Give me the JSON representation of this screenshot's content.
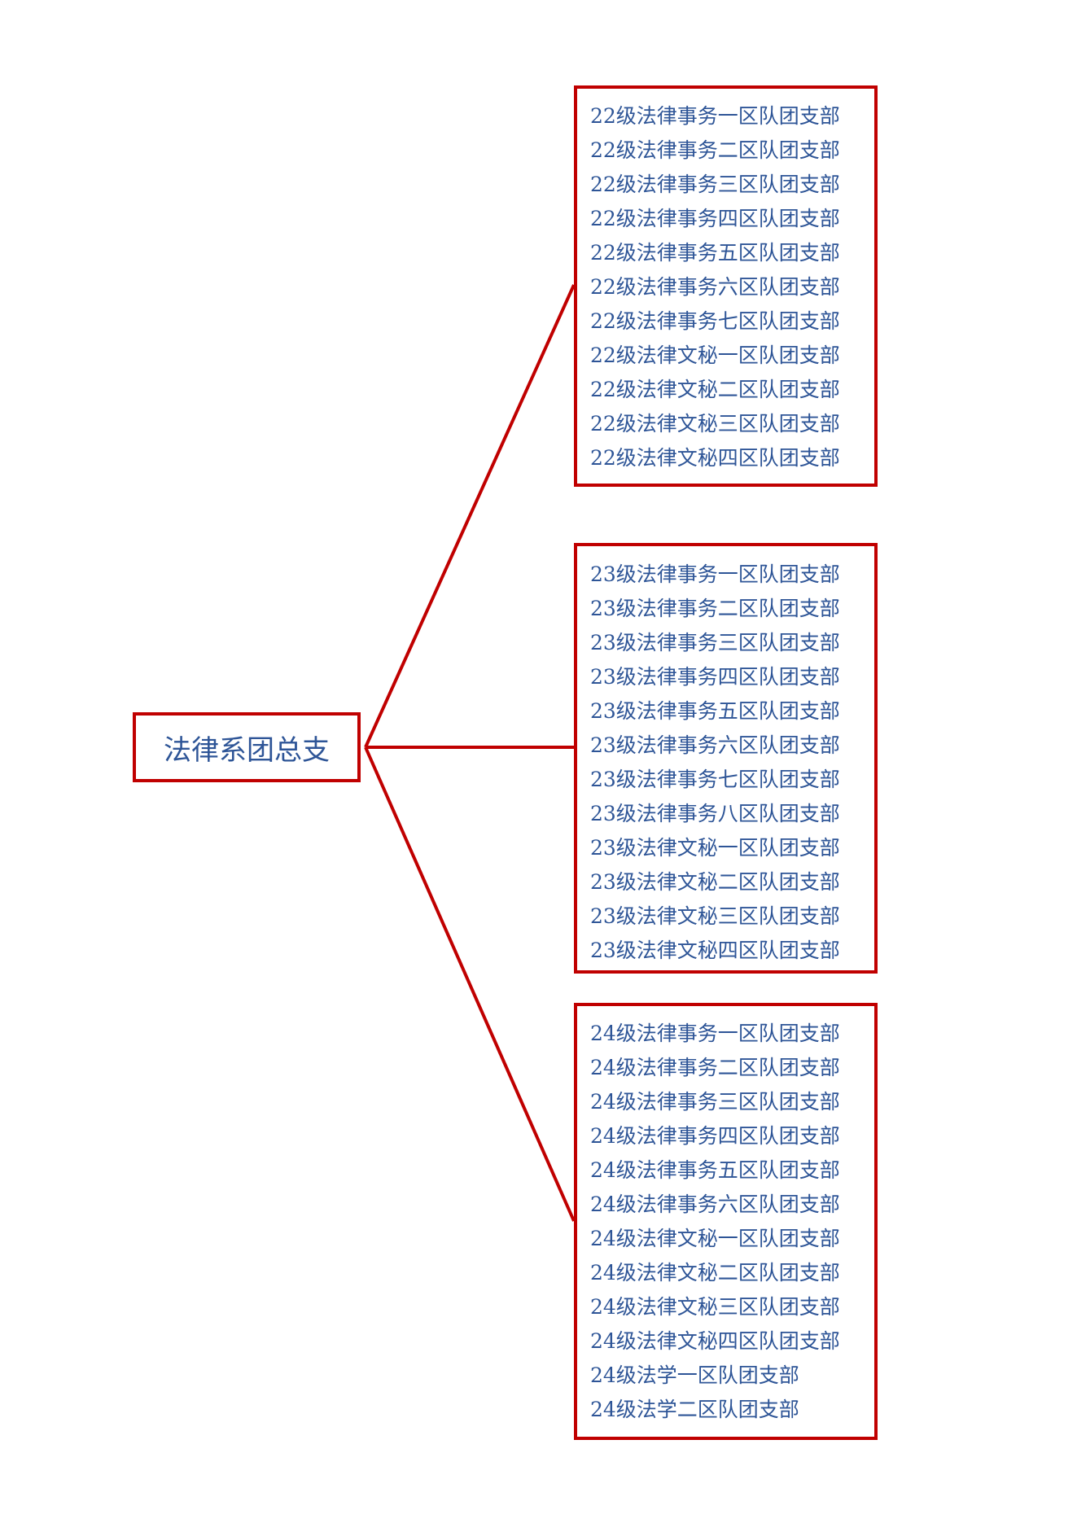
{
  "root": {
    "label": "法律系团总支"
  },
  "groups": [
    {
      "items": [
        "22级法律事务一区队团支部",
        "22级法律事务二区队团支部",
        "22级法律事务三区队团支部",
        "22级法律事务四区队团支部",
        "22级法律事务五区队团支部",
        "22级法律事务六区队团支部",
        "22级法律事务七区队团支部",
        "22级法律文秘一区队团支部",
        "22级法律文秘二区队团支部",
        "22级法律文秘三区队团支部",
        "22级法律文秘四区队团支部"
      ]
    },
    {
      "items": [
        "23级法律事务一区队团支部",
        "23级法律事务二区队团支部",
        "23级法律事务三区队团支部",
        "23级法律事务四区队团支部",
        "23级法律事务五区队团支部",
        "23级法律事务六区队团支部",
        "23级法律事务七区队团支部",
        "23级法律事务八区队团支部",
        "23级法律文秘一区队团支部",
        "23级法律文秘二区队团支部",
        "23级法律文秘三区队团支部",
        "23级法律文秘四区队团支部"
      ]
    },
    {
      "items": [
        "24级法律事务一区队团支部",
        "24级法律事务二区队团支部",
        "24级法律事务三区队团支部",
        "24级法律事务四区队团支部",
        "24级法律事务五区队团支部",
        "24级法律事务六区队团支部",
        "24级法律文秘一区队团支部",
        "24级法律文秘二区队团支部",
        "24级法律文秘三区队团支部",
        "24级法律文秘四区队团支部",
        "24级法学一区队团支部",
        "24级法学二区队团支部"
      ]
    }
  ],
  "colors": {
    "border": "#c00000",
    "text": "#2e5597"
  }
}
